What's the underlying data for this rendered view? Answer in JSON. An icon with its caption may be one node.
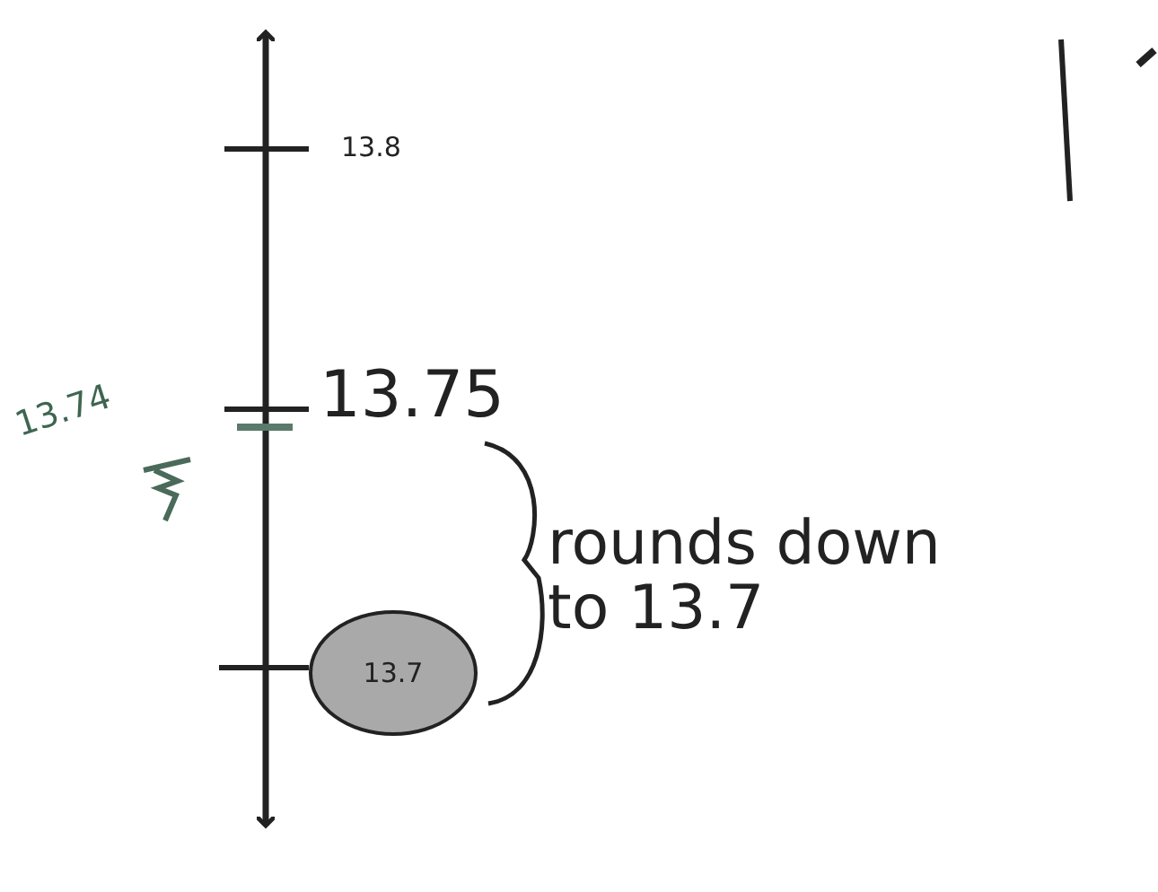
{
  "diagram": {
    "nodes": [
      {
        "text": [
          "13.7"
        ]
      }
    ],
    "labels": [
      "13.8",
      "13.74",
      "13.75",
      "rounds down to 13.7"
    ]
  }
}
